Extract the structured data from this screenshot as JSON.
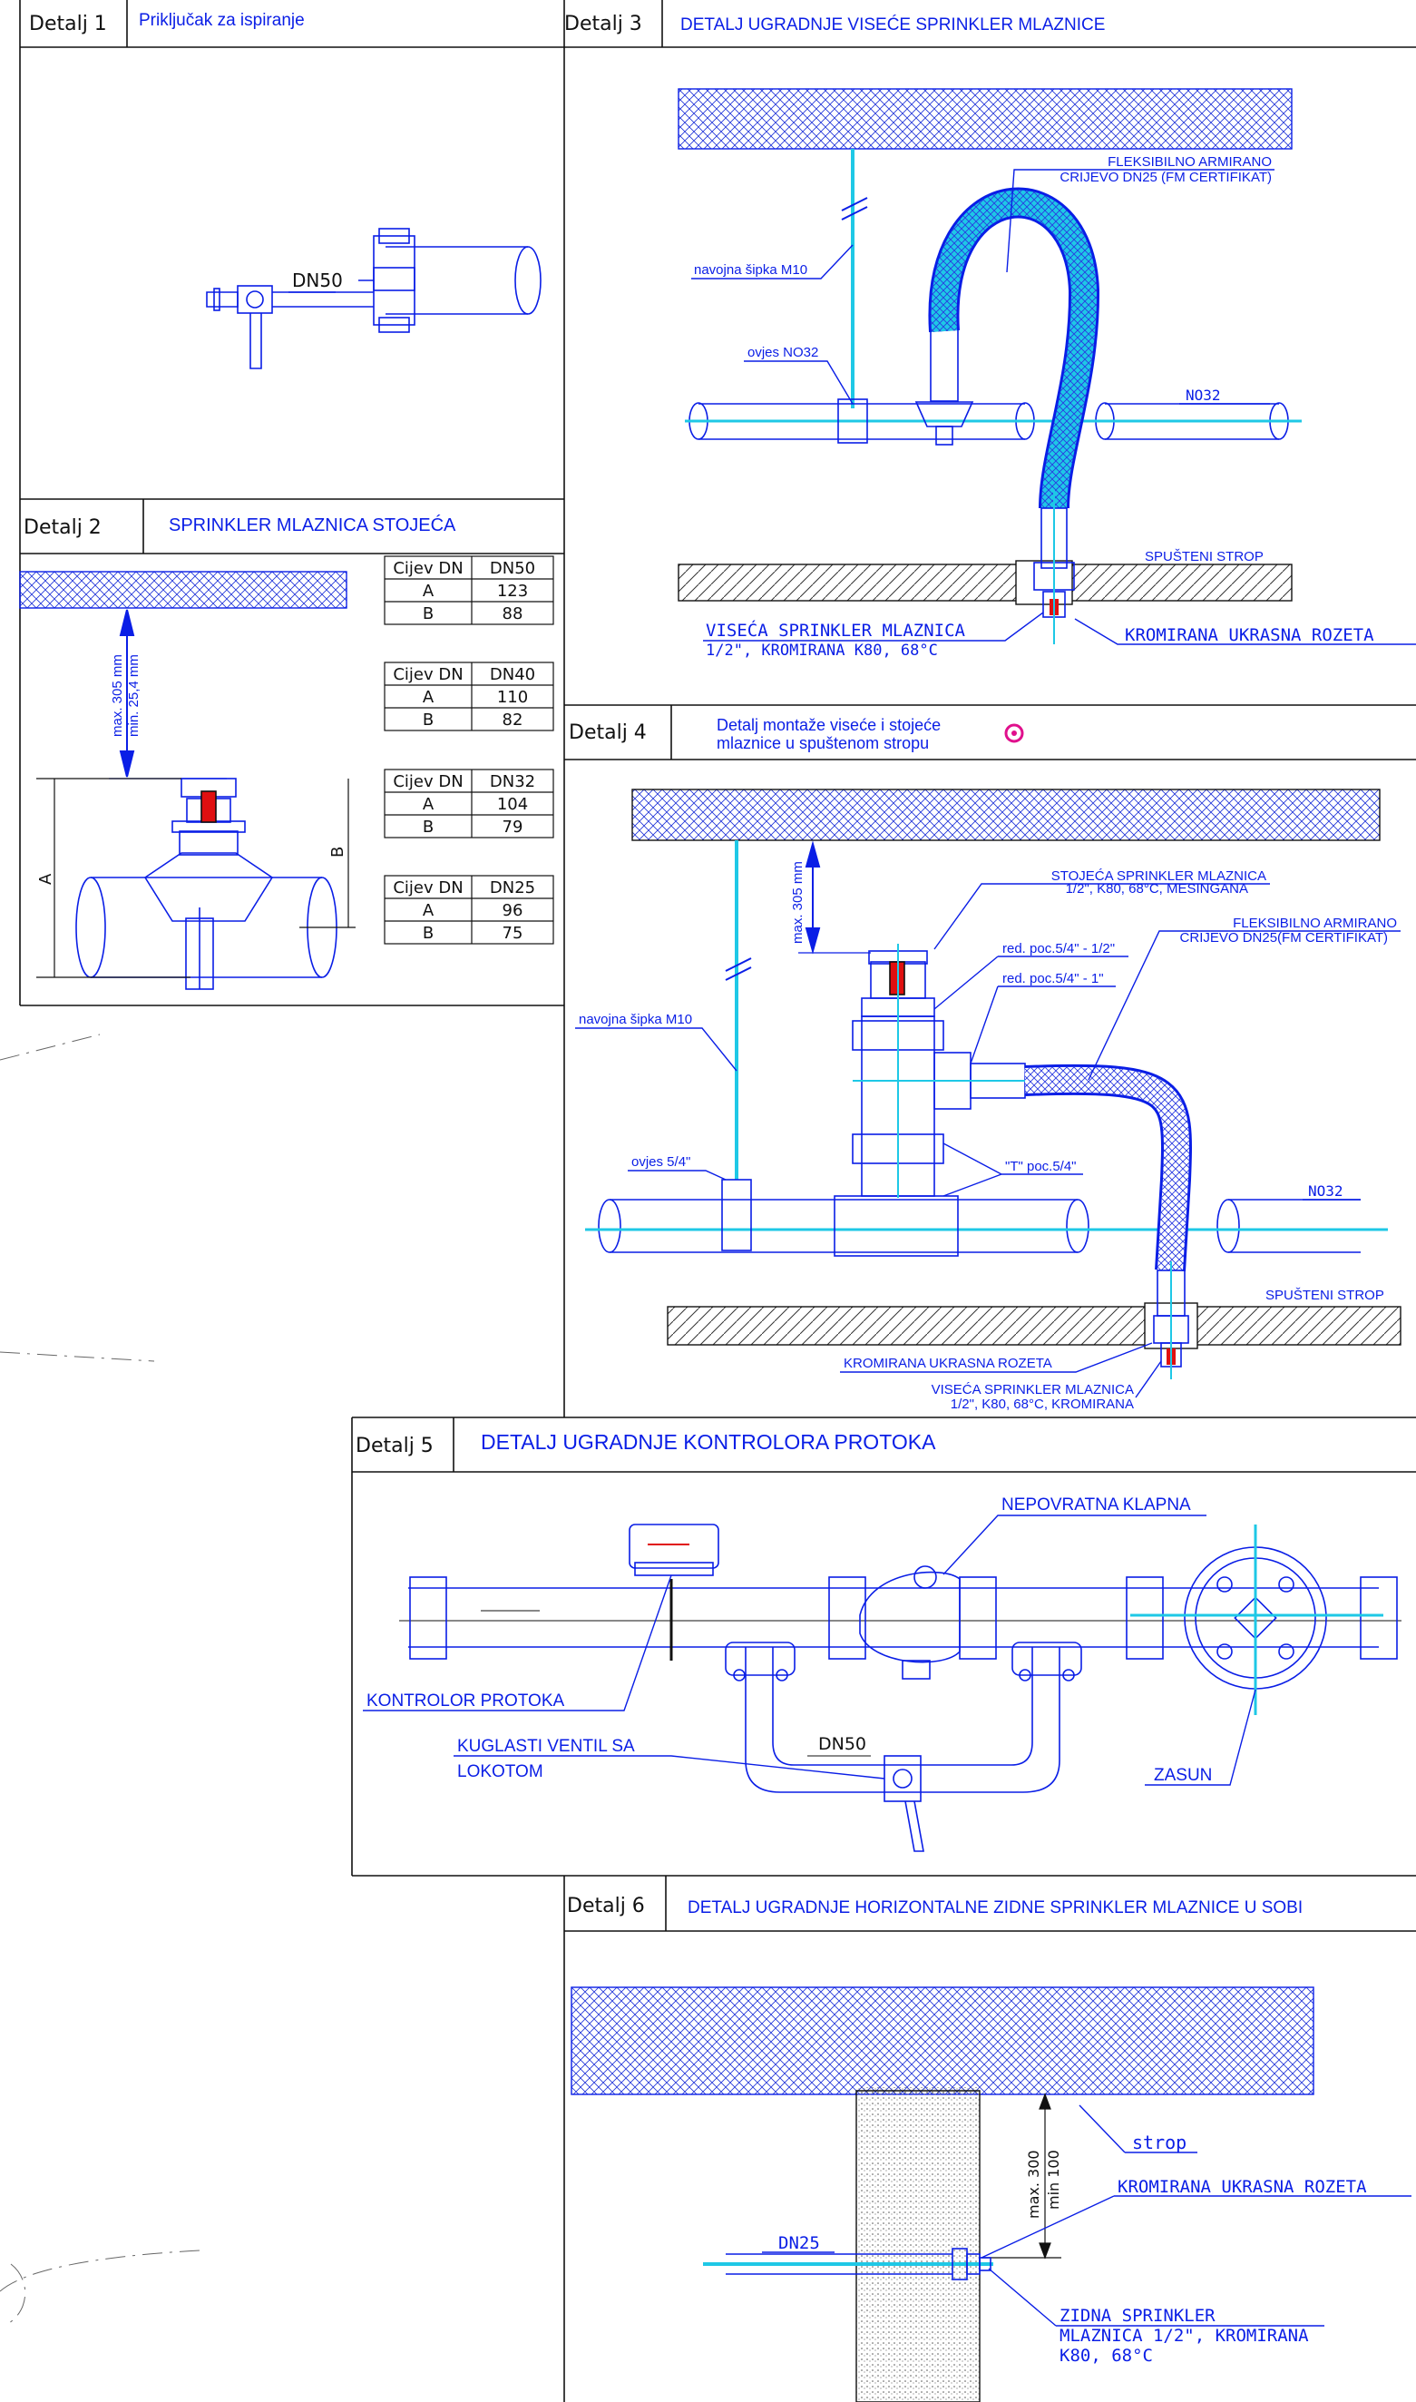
{
  "colors": {
    "blue": "#0a1ee6",
    "cyan": "#1ec8e6",
    "black": "#111111",
    "red": "#e01010",
    "magenta": "#e0108c"
  },
  "detail1": {
    "label": "Detalj 1",
    "title": "Priključak za ispiranje",
    "dn": "DN50"
  },
  "detail2": {
    "label": "Detalj 2",
    "title": "SPRINKLER MLAZNICA STOJEĆA",
    "dim_max": "max. 305 mm",
    "dim_min": "min. 25,4 mm",
    "dim_a": "A",
    "dim_b": "B",
    "tables": [
      {
        "h1": "Cijev DN",
        "h2": "DN50",
        "a_label": "A",
        "a": "123",
        "b_label": "B",
        "b": "88"
      },
      {
        "h1": "Cijev DN",
        "h2": "DN40",
        "a_label": "A",
        "a": "110",
        "b_label": "B",
        "b": "82"
      },
      {
        "h1": "Cijev DN",
        "h2": "DN32",
        "a_label": "A",
        "a": "104",
        "b_label": "B",
        "b": "79"
      },
      {
        "h1": "Cijev DN",
        "h2": "DN25",
        "a_label": "A",
        "a": "96",
        "b_label": "B",
        "b": "75"
      }
    ]
  },
  "detail3": {
    "label": "Detalj 3",
    "title": "DETALJ UGRADNJE VISEĆE SPRINKLER MLAZNICE",
    "hose1": "FLEKSIBILNO ARMIRANO",
    "hose2": "CRIJEVO DN25 (FM CERTIFIKAT)",
    "rod": "navojna šipka M10",
    "hanger": "ovjes NO32",
    "pipe": "NO32",
    "ceiling": "SPUŠTENI STROP",
    "nozzle1": "VISEĆA SPRINKLER MLAZNICA",
    "nozzle2": "1/2\", KROMIRANA K80, 68°C",
    "rosette": "KROMIRANA UKRASNA ROZETA"
  },
  "detail4": {
    "label": "Detalj 4",
    "title1": "Detalj montaže viseće i stojeće",
    "title2": "mlaznice u spuštenom stropu",
    "dim": "max. 305 mm",
    "upright1": "STOJEĆA SPRINKLER MLAZNICA",
    "upright2": "1/2\", K80, 68°C, MESINGANA",
    "red1": "red. poc.5/4\" - 1/2\"",
    "red2": "red. poc.5/4\" - 1\"",
    "hose1": "FLEKSIBILNO ARMIRANO",
    "hose2": "CRIJEVO DN25(FM CERTIFIKAT)",
    "rod": "navojna šipka M10",
    "hanger": "ovjes 5/4\"",
    "tee": "\"T\" poc.5/4\"",
    "pipe": "NO32",
    "ceiling": "SPUŠTENI STROP",
    "rosette": "KROMIRANA UKRASNA ROZETA",
    "pendent1": "VISEĆA SPRINKLER MLAZNICA",
    "pendent2": "1/2\", K80, 68°C, KROMIRANA"
  },
  "detail5": {
    "label": "Detalj 5",
    "title": "DETALJ UGRADNJE KONTROLORA PROTOKA",
    "check": "NEPOVRATNA KLAPNA",
    "flow": "KONTROLOR PROTOKA",
    "ball1": "KUGLASTI VENTIL SA",
    "ball2": "LOKOTOM",
    "dn": "DN50",
    "gate": "ZASUN"
  },
  "detail6": {
    "label": "Detalj 6",
    "title": "DETALJ UGRADNJE HORIZONTALNE ZIDNE SPRINKLER MLAZNICE U SOBI",
    "ceiling": "strop",
    "dim_max": "max. 300",
    "dim_min": "min 100",
    "rosette": "KROMIRANA UKRASNA ROZETA",
    "dn": "DN25",
    "nozzle1": "ZIDNA SPRINKLER",
    "nozzle2": "MLAZNICA 1/2\", KROMIRANA",
    "nozzle3": "K80, 68°C"
  }
}
